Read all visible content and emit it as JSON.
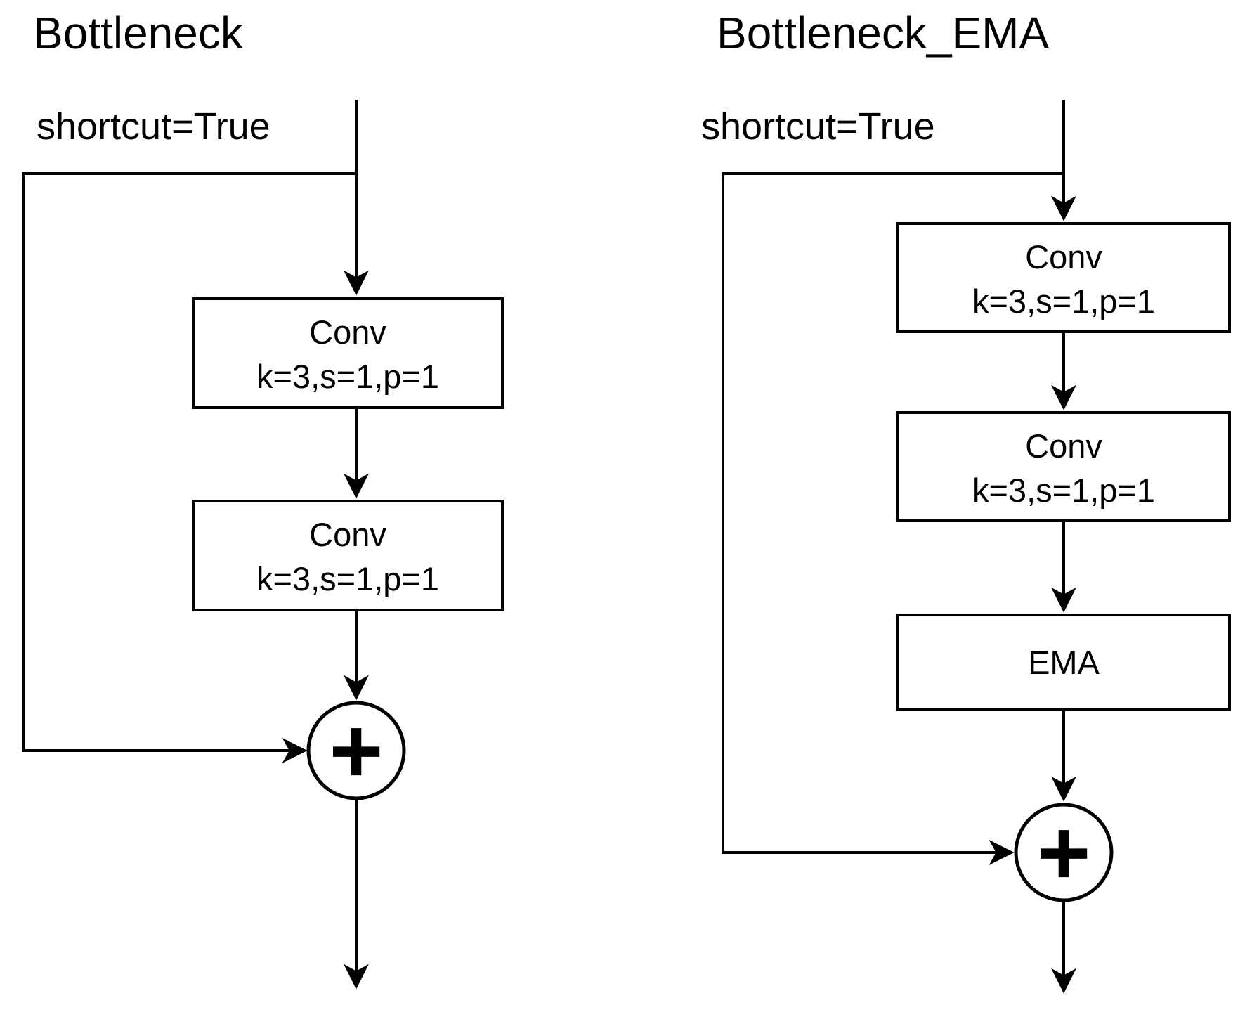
{
  "canvas": {
    "background_color": "#ffffff",
    "line_color": "#000000",
    "box_fill_color": "#ffffff"
  },
  "diagrams": [
    {
      "title": "Bottleneck",
      "shortcut_label": "shortcut=True",
      "blocks": [
        {
          "line1": "Conv",
          "line2": "k=3,s=1,p=1"
        },
        {
          "line1": "Conv",
          "line2": "k=3,s=1,p=1"
        }
      ],
      "add_symbol": "+"
    },
    {
      "title": "Bottleneck_EMA",
      "shortcut_label": "shortcut=True",
      "blocks": [
        {
          "line1": "Conv",
          "line2": "k=3,s=1,p=1"
        },
        {
          "line1": "Conv",
          "line2": "k=3,s=1,p=1"
        },
        {
          "line1": "EMA",
          "line2": ""
        }
      ],
      "add_symbol": "+"
    }
  ]
}
